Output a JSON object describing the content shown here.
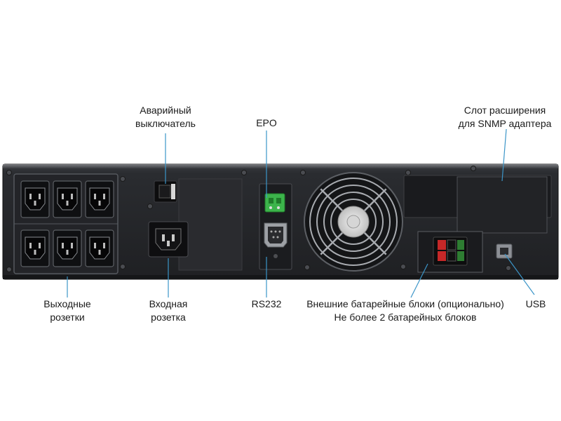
{
  "labels": {
    "emergency_switch": [
      "Аварийный",
      "выключатель"
    ],
    "epo": "EPO",
    "snmp_slot": [
      "Слот расширения",
      "для SNMP адаптера"
    ],
    "output_sockets": [
      "Выходные",
      "розетки"
    ],
    "input_socket": [
      "Входная",
      "розетка"
    ],
    "rs232": "RS232",
    "external_battery": [
      "Внешние батарейные блоки (опционально)",
      "Не более 2 батарейных блоков"
    ],
    "usb": "USB"
  },
  "colors": {
    "chassis": "#2b2d31",
    "chassis_dark": "#1c1d20",
    "leader_line": "#3b95c8",
    "epo_connector": "#3cb44b",
    "battery_red": "#c62828"
  },
  "icons": {
    "fan": "fan-icon",
    "usb_port": "usb-port-icon",
    "db9": "db9-connector-icon",
    "iec_socket": "iec-c13-socket-icon"
  }
}
